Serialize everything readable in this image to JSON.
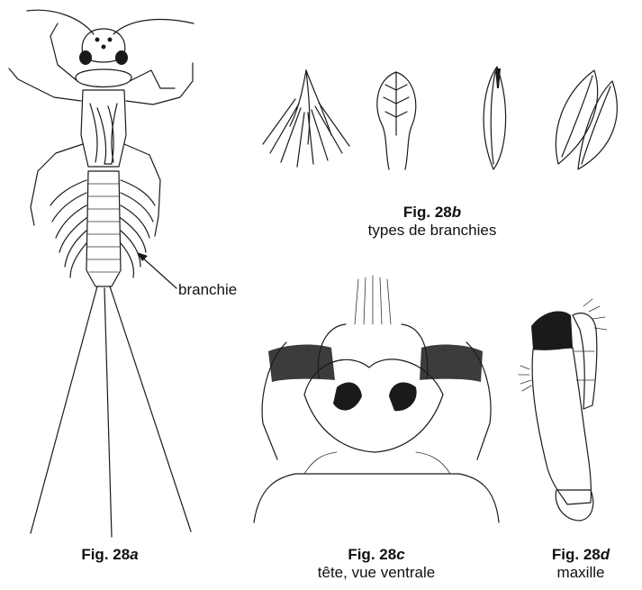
{
  "figures": {
    "a": {
      "caption_prefix": "Fig. 28",
      "caption_letter": "a",
      "label": "branchie"
    },
    "b": {
      "caption_prefix": "Fig. 28",
      "caption_letter": "b",
      "subtitle": "types de branchies"
    },
    "c": {
      "caption_prefix": "Fig. 28",
      "caption_letter": "c",
      "subtitle": "tête, vue ventrale"
    },
    "d": {
      "caption_prefix": "Fig. 28",
      "caption_letter": "d",
      "subtitle": "maxille"
    }
  }
}
